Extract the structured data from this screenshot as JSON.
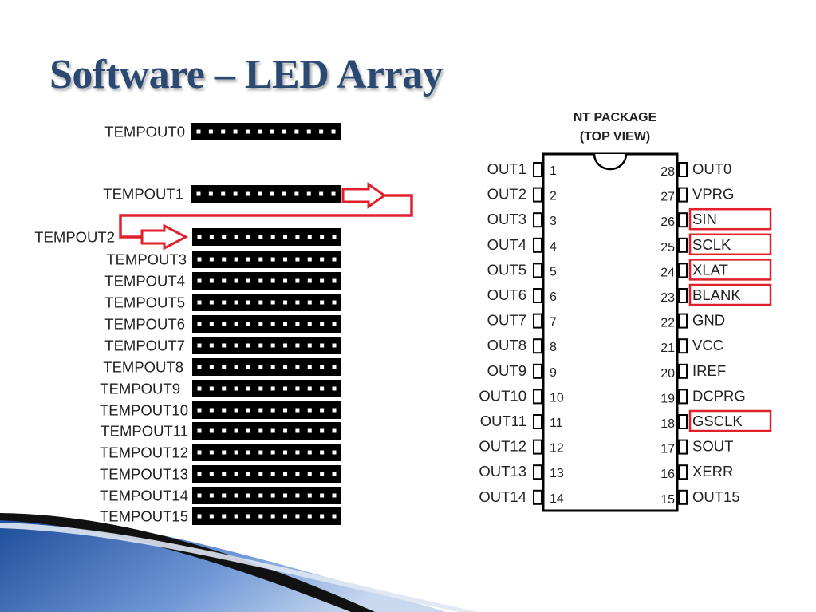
{
  "slide": {
    "title": "Software – LED Array"
  },
  "led_array": {
    "registers": [
      "TEMPOUT0",
      "TEMPOUT1",
      "TEMPOUT2",
      "TEMPOUT3",
      "TEMPOUT4",
      "TEMPOUT5",
      "TEMPOUT6",
      "TEMPOUT7",
      "TEMPOUT8",
      "TEMPOUT9",
      "TEMPOUT10",
      "TEMPOUT11",
      "TEMPOUT12",
      "TEMPOUT13",
      "TEMPOUT14",
      "TEMPOUT15"
    ],
    "cells_per_register": 12,
    "accent_color": "#e0202a"
  },
  "chip": {
    "package_title": "NT PACKAGE",
    "package_subtitle": "(TOP VIEW)",
    "left_pins": [
      {
        "num": "1",
        "name": "OUT1"
      },
      {
        "num": "2",
        "name": "OUT2"
      },
      {
        "num": "3",
        "name": "OUT3"
      },
      {
        "num": "4",
        "name": "OUT4"
      },
      {
        "num": "5",
        "name": "OUT5"
      },
      {
        "num": "6",
        "name": "OUT6"
      },
      {
        "num": "7",
        "name": "OUT7"
      },
      {
        "num": "8",
        "name": "OUT8"
      },
      {
        "num": "9",
        "name": "OUT9"
      },
      {
        "num": "10",
        "name": "OUT10"
      },
      {
        "num": "11",
        "name": "OUT11"
      },
      {
        "num": "12",
        "name": "OUT12"
      },
      {
        "num": "13",
        "name": "OUT13"
      },
      {
        "num": "14",
        "name": "OUT14"
      }
    ],
    "right_pins": [
      {
        "num": "28",
        "name": "OUT0",
        "highlight": false
      },
      {
        "num": "27",
        "name": "VPRG",
        "highlight": false
      },
      {
        "num": "26",
        "name": "SIN",
        "highlight": true
      },
      {
        "num": "25",
        "name": "SCLK",
        "highlight": true
      },
      {
        "num": "24",
        "name": "XLAT",
        "highlight": true
      },
      {
        "num": "23",
        "name": "BLANK",
        "highlight": true
      },
      {
        "num": "22",
        "name": "GND",
        "highlight": false
      },
      {
        "num": "21",
        "name": "VCC",
        "highlight": false
      },
      {
        "num": "20",
        "name": "IREF",
        "highlight": false
      },
      {
        "num": "19",
        "name": "DCPRG",
        "highlight": false
      },
      {
        "num": "18",
        "name": "GSCLK",
        "highlight": true
      },
      {
        "num": "17",
        "name": "SOUT",
        "highlight": false
      },
      {
        "num": "16",
        "name": "XERR",
        "highlight": false
      },
      {
        "num": "15",
        "name": "OUT15",
        "highlight": false
      }
    ]
  }
}
